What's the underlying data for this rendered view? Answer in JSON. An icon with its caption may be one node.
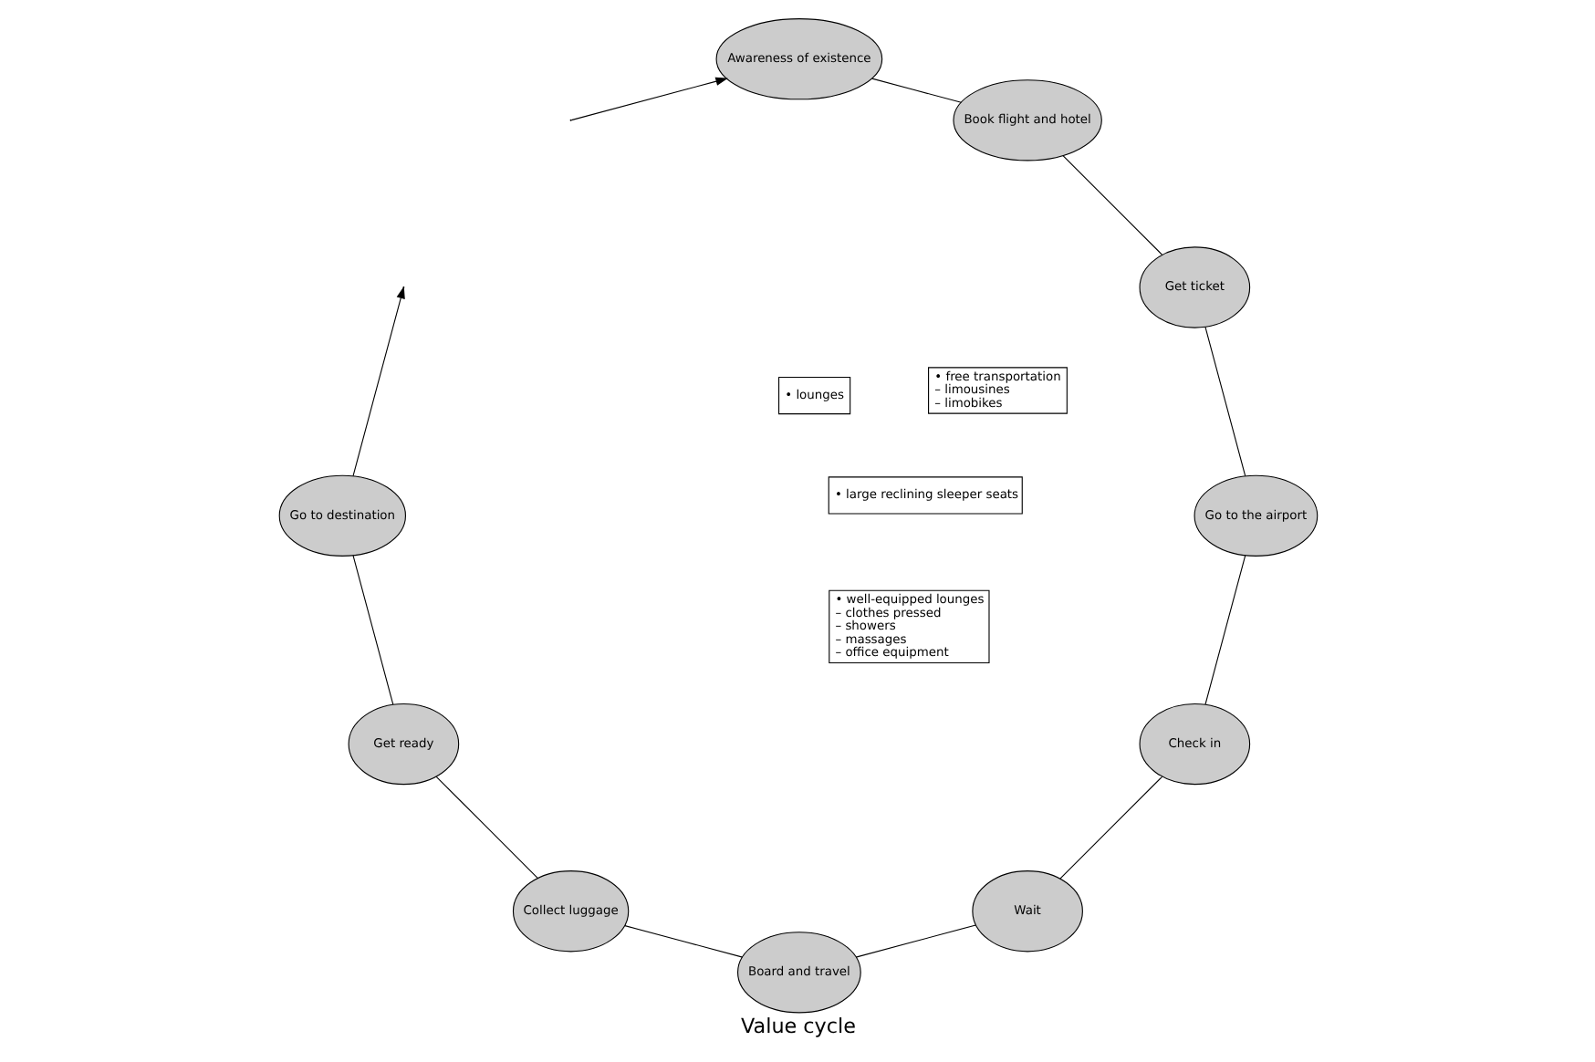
{
  "diagram": {
    "title": "Value cycle",
    "nodes": [
      {
        "text": [
          "• free transportation",
          "– limousines",
          "– limobikes"
        ]
      },
      {
        "text": [
          "Check in"
        ]
      },
      {
        "text": [
          "• lounges"
        ]
      },
      {
        "text": [
          "Wait"
        ]
      },
      {
        "text": [
          "Go to the airport"
        ]
      },
      {
        "text": [
          "• large reclining sleeper seats"
        ]
      },
      {
        "text": [
          "Board and travel"
        ]
      },
      {
        "text": [
          "Get ticket"
        ]
      },
      {
        "text": [
          "Collect luggage"
        ]
      },
      {
        "text": [
          "Book flight and hotel"
        ]
      },
      {
        "text": [
          "Get ready"
        ]
      },
      {
        "text": [
          "• well-equipped lounges",
          "– clothes pressed",
          "– showers",
          "– massages",
          "– office equipment"
        ]
      },
      {
        "text": [
          "Awareness of existence"
        ]
      },
      {
        "text": [
          "Go to destination"
        ]
      }
    ],
    "edges": [
      {
        "from": null,
        "to": 12,
        "arrow": "to"
      },
      {
        "from": 12,
        "to": 9,
        "arrow": "none"
      },
      {
        "from": 9,
        "to": 7,
        "arrow": "none"
      },
      {
        "from": 7,
        "to": 4,
        "arrow": "none"
      },
      {
        "from": 4,
        "to": 1,
        "arrow": "none"
      },
      {
        "from": 1,
        "to": 3,
        "arrow": "none"
      },
      {
        "from": 3,
        "to": 6,
        "arrow": "none"
      },
      {
        "from": 6,
        "to": 8,
        "arrow": "none"
      },
      {
        "from": 8,
        "to": 10,
        "arrow": "none"
      },
      {
        "from": 10,
        "to": 13,
        "arrow": "none"
      },
      {
        "from": 13,
        "to": null,
        "arrow": "to"
      }
    ]
  }
}
